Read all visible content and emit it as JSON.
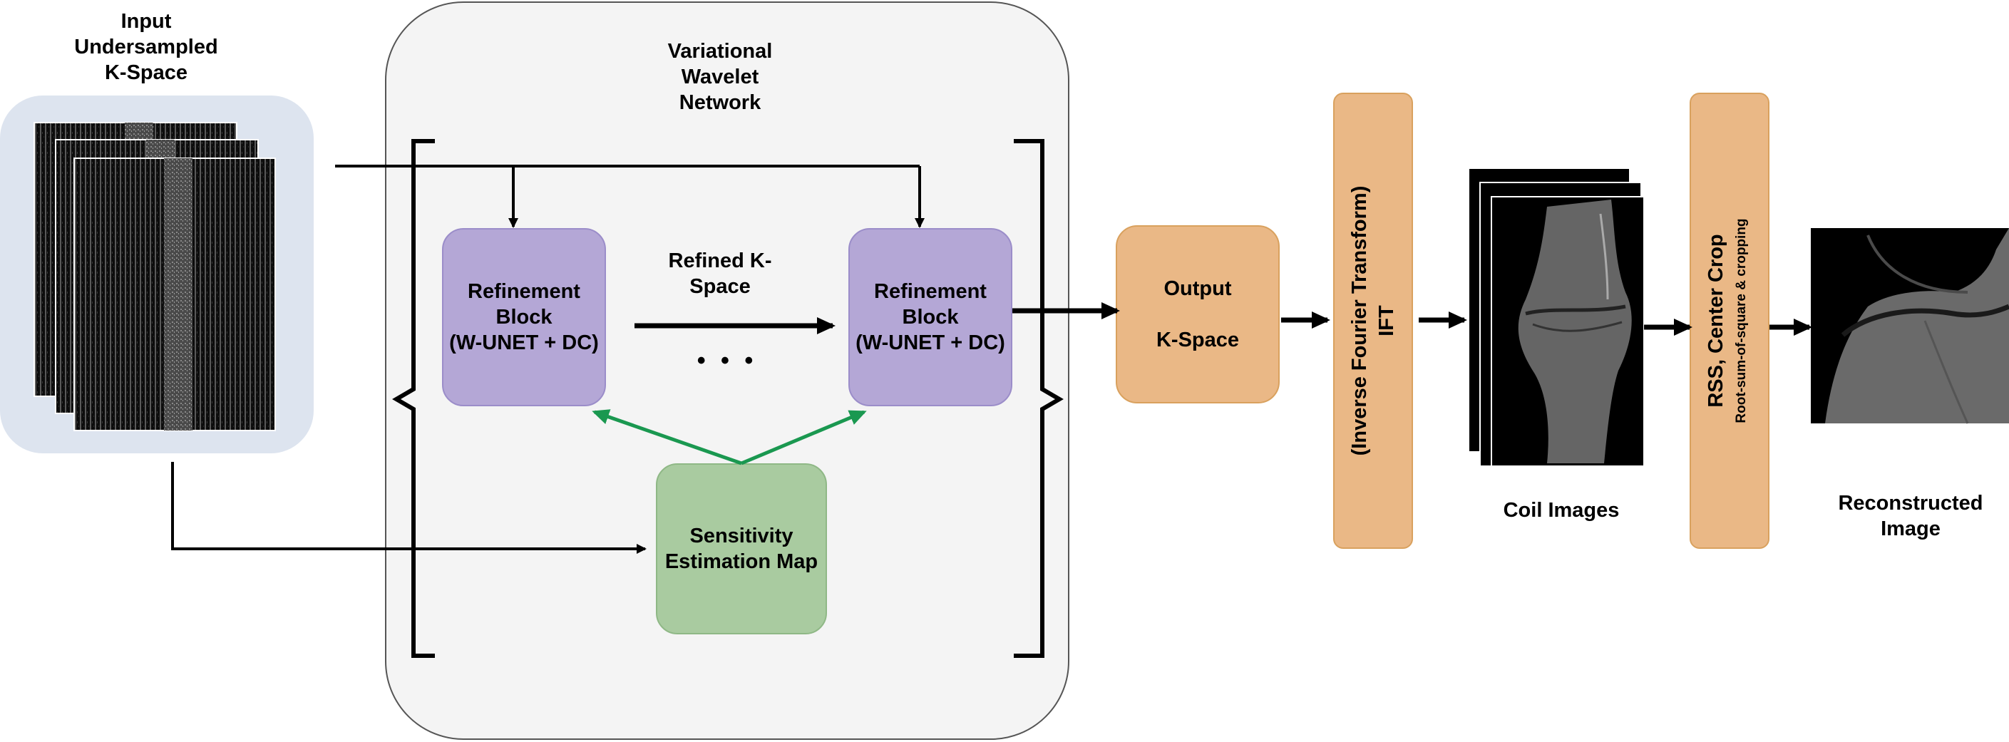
{
  "input": {
    "title": "Input\nUndersampled\nK-Space"
  },
  "network": {
    "title": "Variational\nWavelet\nNetwork"
  },
  "refine_left": {
    "label": "Refinement\nBlock\n(W-UNET + DC)"
  },
  "refine_right": {
    "label": "Refinement\nBlock\n(W-UNET + DC)"
  },
  "refined_kspace": {
    "label": "Refined K-\nSpace"
  },
  "ellipsis": "• • •",
  "sensitivity": {
    "label": "Sensitivity\nEstimation Map"
  },
  "output": {
    "label": "Output\n\nK-Space"
  },
  "ift": {
    "line1": "(Inverse Fourier Transform)",
    "line2": "IFT"
  },
  "coil": {
    "label": "Coil Images"
  },
  "rss": {
    "line1": "RSS, Center Crop",
    "line2": "Root-sum-of-square & cropping"
  },
  "recon": {
    "label": "Reconstructed\nImage"
  },
  "colors": {
    "purple": "#b4a7d6",
    "green": "#a9cba0",
    "orange": "#eab886",
    "arrow_green": "#1a9850",
    "panel": "#f4f4f4",
    "input_bg": "#dde4ef"
  }
}
